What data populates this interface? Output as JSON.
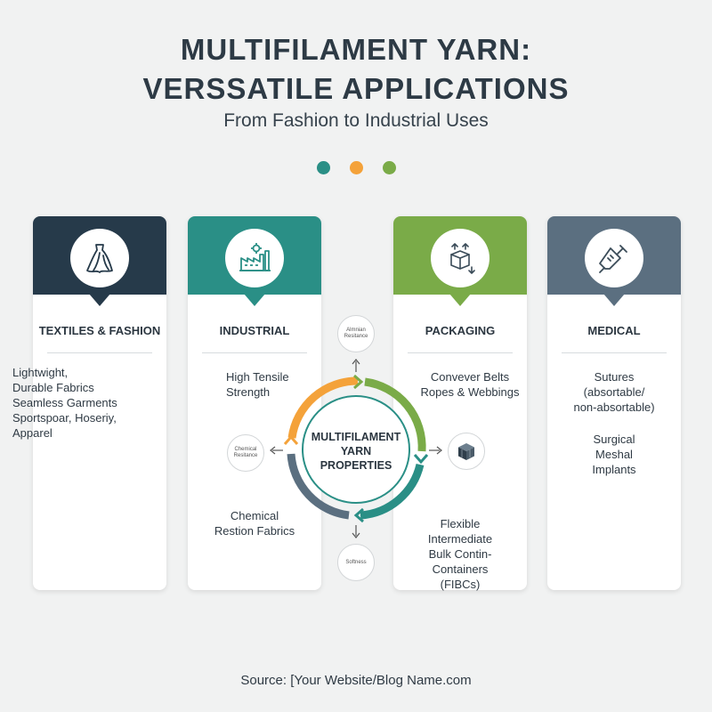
{
  "header": {
    "title_line1": "MULTIFILAMENT YARN:",
    "title_line2": "VERSSATILE APPLICATIONS",
    "subtitle": "From Fashion to Industrial Uses"
  },
  "colors": {
    "textiles": "#263a4a",
    "industrial": "#2a8f86",
    "packaging": "#7aab48",
    "medical": "#5b6f80",
    "dot1": "#2a8f86",
    "dot2": "#f4a23a",
    "dot3": "#7aab48"
  },
  "cards": {
    "textiles": {
      "icon": "dress-icon",
      "title": "TEXTILES & FASHION",
      "lines": [
        "Lightwight,",
        "Durable Fabrics",
        "Seamless Garments",
        "Sportspoar, Hoseriy,",
        "Apparel"
      ]
    },
    "industrial": {
      "icon": "factory-icon",
      "title": "INDUSTRIAL",
      "block1": [
        "High Tensile",
        "Strength"
      ],
      "block2": [
        "Chemical",
        "Restion Fabrics"
      ]
    },
    "packaging": {
      "icon": "box-arrows-icon",
      "title": "PACKAGING",
      "block1": [
        "Convever Belts",
        "Ropes & Webbings"
      ],
      "block2": [
        "Flexible",
        "Intermediate",
        "Bulk Contin-",
        "Containers (FIBCs)"
      ]
    },
    "medical": {
      "icon": "syringe-icon",
      "title": "MEDICAL",
      "block1": [
        "Sutures",
        "(absortable/",
        "non-absortable)"
      ],
      "block2": [
        "Surgical",
        "Meshal",
        "Implants"
      ]
    }
  },
  "center": {
    "line1": "MULTIFILAMENT",
    "line2": "YARN",
    "line3": "PROPERTIES",
    "top_sat": [
      "Almnian",
      "Resitance"
    ],
    "left_sat": [
      "Chemical",
      "Resitance"
    ],
    "bottom_sat": "Softness",
    "right_sat_icon": "cube-icon"
  },
  "footer": {
    "source": "Source: [Your Website/Blog Name.com"
  }
}
